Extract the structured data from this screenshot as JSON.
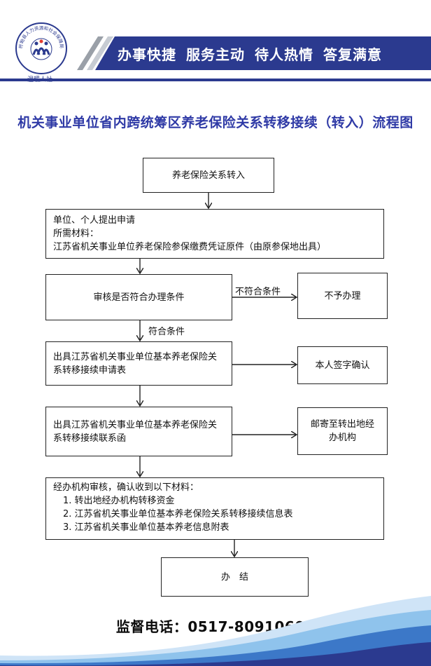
{
  "header": {
    "logo_ring_text": "盱眙县人力资源和社会保障局",
    "logo_label": "温暖人社",
    "slogans": [
      "办事快捷",
      "服务主动",
      "待人热情",
      "答复满意"
    ]
  },
  "title": "机关事业单位省内跨统筹区养老保险关系转移接续（转入）流程图",
  "flow": {
    "start": "养老保险关系转入",
    "apply_line1": "单位、个人提出申请",
    "apply_line2": "所需材料：",
    "apply_line3": "江苏省机关事业单位养老保险参保缴费凭证原件（由原参保地出具）",
    "review": "审核是否符合办理条件",
    "reject_label": "不符合条件",
    "reject": "不予办理",
    "accept_label": "符合条件",
    "issue_form": "出具江苏省机关事业单位基本养老保险关系转移接续申请表",
    "sign": "本人签字确认",
    "issue_letter": "出具江苏省机关事业单位基本养老保险关系转移接续联系函",
    "mail": "邮寄至转出地经办机构",
    "confirm_title": "经办机构审核，确认收到以下材料：",
    "confirm_items": [
      "1. 转出地经办机构转移资金",
      "2. 江苏省机关事业单位基本养老保险关系转移接续信息表",
      "3. 江苏省机关事业单位基本养老信息附表"
    ],
    "end": "办　结"
  },
  "footer": {
    "phone": "监督电话：0517-80910600"
  },
  "colors": {
    "brand_blue": "#2b3a8f",
    "title_blue": "#2f3aa6",
    "wave_light": "#8fc3ec"
  }
}
